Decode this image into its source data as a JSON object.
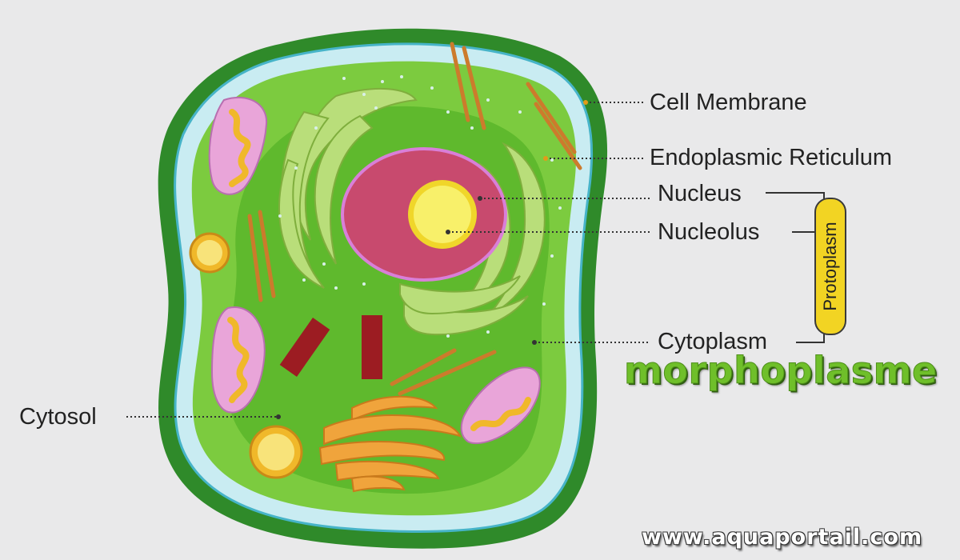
{
  "labels": {
    "cell_membrane": "Cell Membrane",
    "endoplasmic_reticulum": "Endoplasmic Reticulum",
    "nucleus": "Nucleus",
    "nucleolus": "Nucleolus",
    "protoplasm": "Protoplasm",
    "cytoplasm": "Cytoplasm",
    "cytosol": "Cytosol"
  },
  "overlay_word": "morphoplasme",
  "watermark": "www.aquaportail.com",
  "colors": {
    "background": "#e9e9ea",
    "membrane_dark": "#2f8a2a",
    "membrane_light": "#c9ecf2",
    "cytoplasm": "#7ccb3f",
    "cytosol": "#5fb92d",
    "nucleus": "#c84a6e",
    "nucleolus": "#f8f06a",
    "mitochondria": "#e9a5d9",
    "golgi": "#f0a43c",
    "centrioles": "#9c1c22",
    "protoplasm_bracket": "#f2d423",
    "overlay_word": "#6fbf2a"
  }
}
